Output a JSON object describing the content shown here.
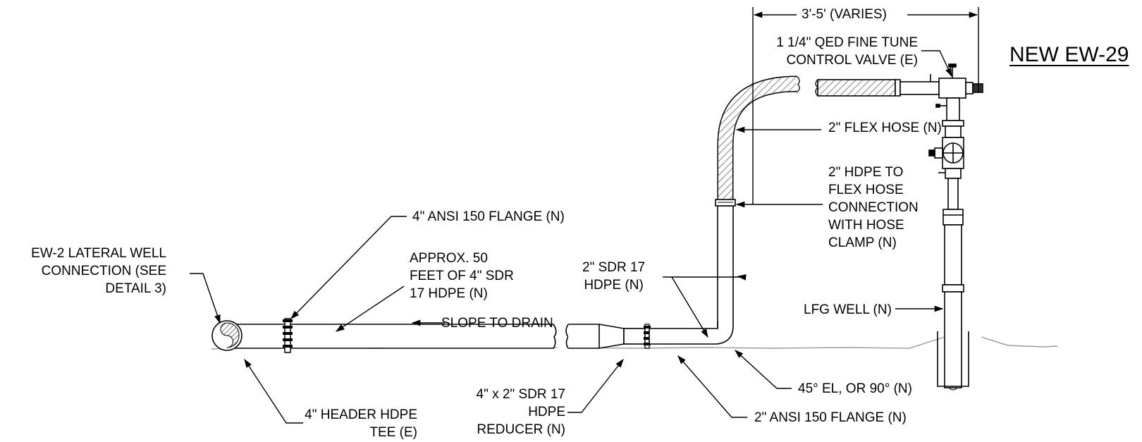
{
  "title": "NEW EW-29",
  "labels": {
    "dimension": "3'-5' (VARIES)",
    "control_valve": [
      "1 1/4\" QED FINE TUNE",
      "CONTROL VALVE (E)"
    ],
    "flex_hose": "2\" FLEX HOSE (N)",
    "hose_connection": [
      "2\" HDPE TO",
      "FLEX HOSE",
      "CONNECTION",
      "WITH HOSE",
      "CLAMP (N)"
    ],
    "ansi_4": "4\" ANSI 150 FLANGE (N)",
    "lateral": [
      "EW-2 LATERAL WELL",
      "CONNECTION (SEE",
      "DETAIL 3)"
    ],
    "approx": [
      "APPROX. 50",
      "FEET OF 4\" SDR",
      "17 HDPE (N)"
    ],
    "sdr17": [
      "2\" SDR 17",
      "HDPE (N)"
    ],
    "lfg_well": "LFG WELL (N)",
    "slope": "SLOPE TO DRAIN",
    "elbow": "45° EL, OR 90° (N)",
    "reducer": [
      "4\" x 2\" SDR 17",
      "HDPE",
      "REDUCER (N)"
    ],
    "ansi_2": "2\" ANSI 150 FLANGE (N)",
    "header_tee": [
      "4\" HEADER HDPE",
      "TEE (E)"
    ]
  },
  "icons": [
    "hose-clamp-icon",
    "control-valve-icon",
    "wellhead-valve-icon",
    "pipe-break-icon",
    "hatched-pipe-section-icon"
  ],
  "colors": {
    "line": "#000000",
    "ground": "#9a9a9a",
    "hose": "#8c8c8c"
  }
}
